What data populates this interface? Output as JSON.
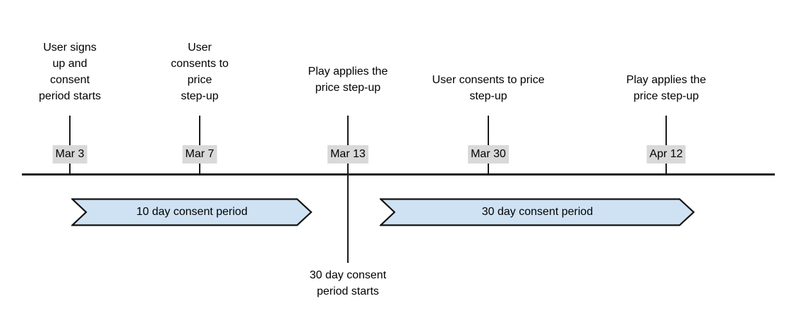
{
  "diagram": {
    "title_semantic": "Price step-up consent period timeline",
    "milestones": [
      {
        "date": "Mar 3",
        "event": "User signs\nup and\nconsent\nperiod starts"
      },
      {
        "date": "Mar 7",
        "event": "User\nconsents to\nprice\nstep-up"
      },
      {
        "date": "Mar 13",
        "event": "Play applies the\nprice step-up"
      },
      {
        "date": "Mar 30",
        "event": "User consents to price\nstep-up"
      },
      {
        "date": "Apr 12",
        "event": "Play applies the\nprice step-up"
      }
    ],
    "periods": [
      {
        "label": "10 day consent period"
      },
      {
        "label": "30 day consent period"
      }
    ],
    "note": "30 day consent\nperiod starts"
  },
  "colors": {
    "arrow_fill": "#cfe2f3",
    "arrow_border": "#111111",
    "date_bg": "#d9d9d9",
    "line": "#1a1a1a",
    "text": "#000000"
  }
}
